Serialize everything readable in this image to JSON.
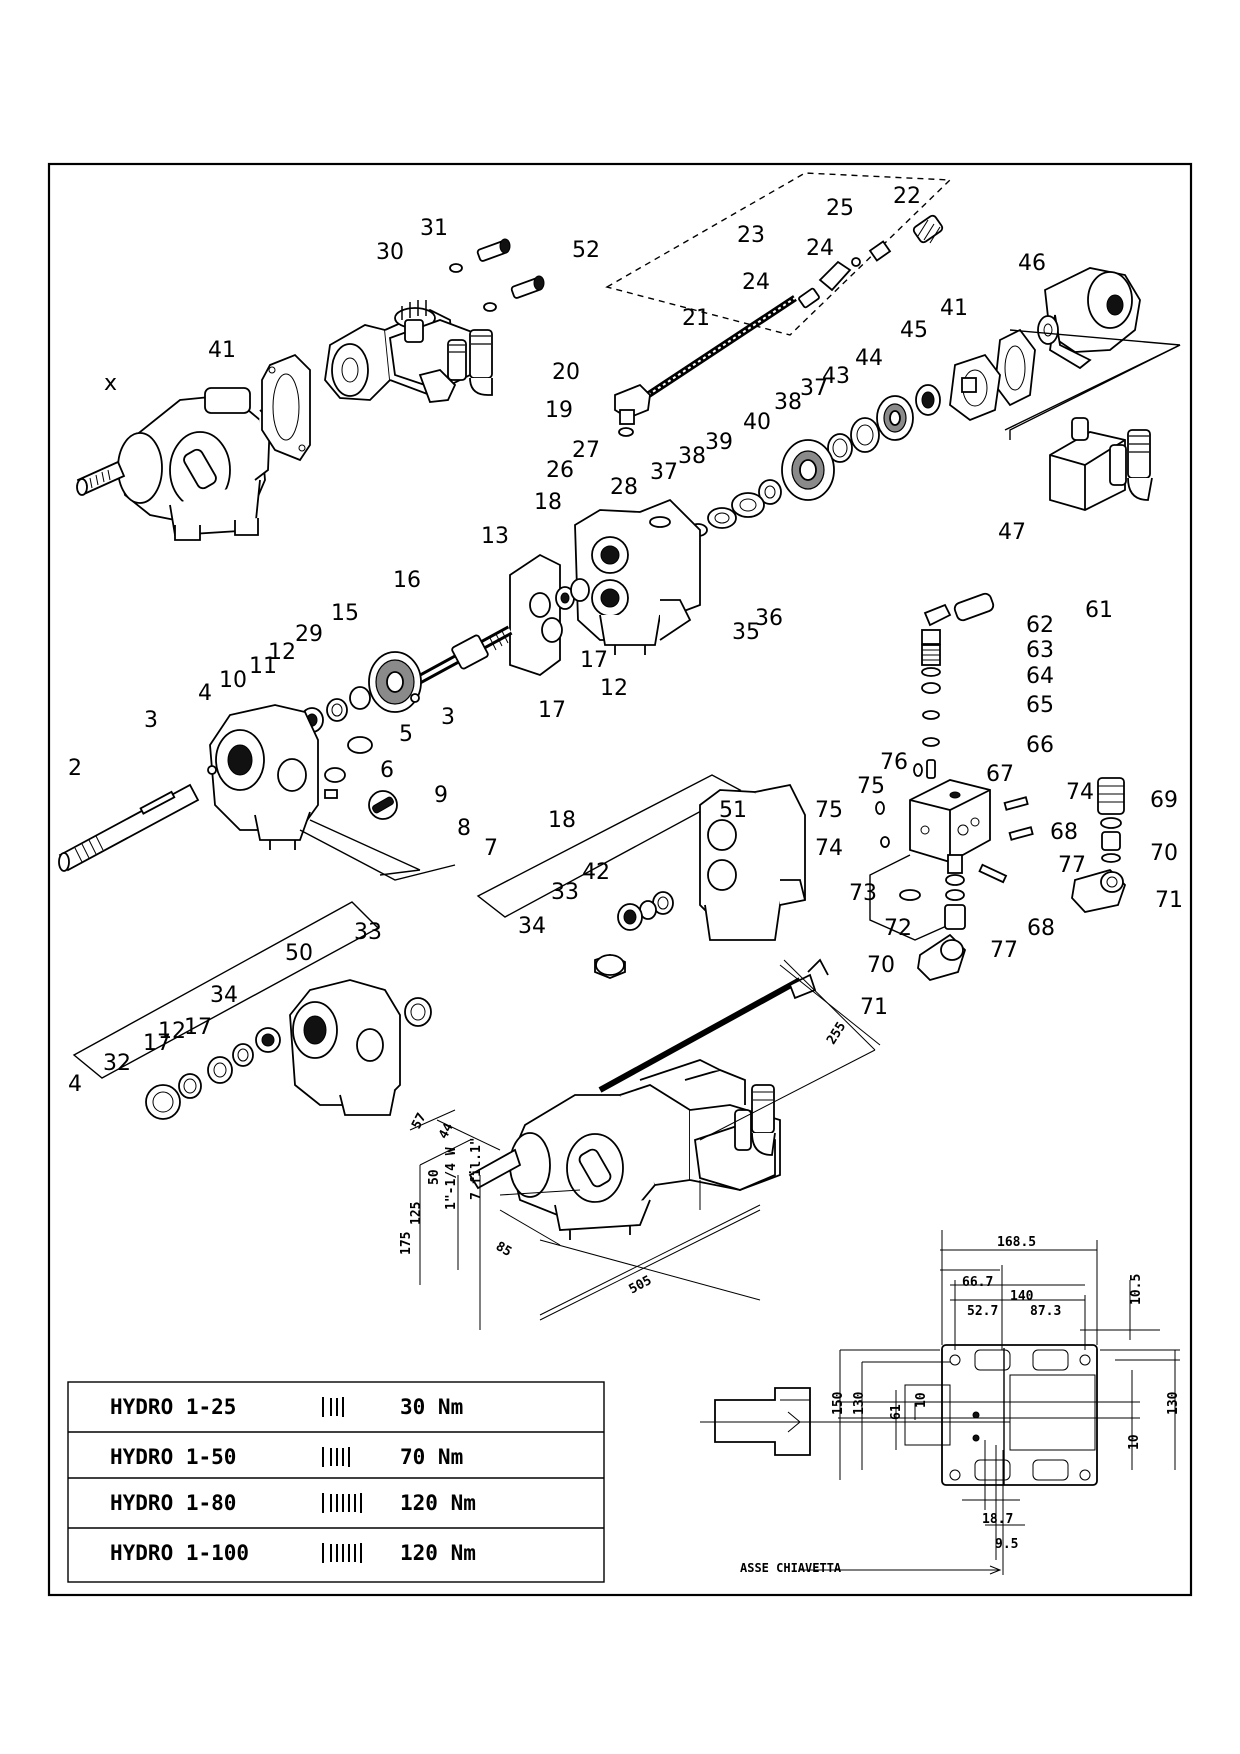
{
  "callouts": [
    {
      "id": "c31",
      "text": "31"
    },
    {
      "id": "c30",
      "text": "30"
    },
    {
      "id": "c41a",
      "text": "41"
    },
    {
      "id": "cx",
      "text": "x"
    },
    {
      "id": "c52",
      "text": "52"
    },
    {
      "id": "c23",
      "text": "23"
    },
    {
      "id": "c25",
      "text": "25"
    },
    {
      "id": "c22",
      "text": "22"
    },
    {
      "id": "c24a",
      "text": "24"
    },
    {
      "id": "c24b",
      "text": "24"
    },
    {
      "id": "c21",
      "text": "21"
    },
    {
      "id": "c46",
      "text": "46"
    },
    {
      "id": "c41b",
      "text": "41"
    },
    {
      "id": "c45",
      "text": "45"
    },
    {
      "id": "c44",
      "text": "44"
    },
    {
      "id": "c43",
      "text": "43"
    },
    {
      "id": "c37a",
      "text": "37"
    },
    {
      "id": "c38a",
      "text": "38"
    },
    {
      "id": "c40",
      "text": "40"
    },
    {
      "id": "c39",
      "text": "39"
    },
    {
      "id": "c38b",
      "text": "38"
    },
    {
      "id": "c37b",
      "text": "37"
    },
    {
      "id": "c20",
      "text": "20"
    },
    {
      "id": "c19",
      "text": "19"
    },
    {
      "id": "c27",
      "text": "27"
    },
    {
      "id": "c26",
      "text": "26"
    },
    {
      "id": "c28",
      "text": "28"
    },
    {
      "id": "c18a",
      "text": "18"
    },
    {
      "id": "c13",
      "text": "13"
    },
    {
      "id": "c47",
      "text": "47"
    },
    {
      "id": "c16",
      "text": "16"
    },
    {
      "id": "c15",
      "text": "15"
    },
    {
      "id": "c29",
      "text": "29"
    },
    {
      "id": "c12a",
      "text": "12"
    },
    {
      "id": "c11",
      "text": "11"
    },
    {
      "id": "c10",
      "text": "10"
    },
    {
      "id": "c4a",
      "text": "4"
    },
    {
      "id": "c3a",
      "text": "3"
    },
    {
      "id": "c3b",
      "text": "3"
    },
    {
      "id": "c36",
      "text": "36"
    },
    {
      "id": "c35",
      "text": "35"
    },
    {
      "id": "c17a",
      "text": "17"
    },
    {
      "id": "c12b",
      "text": "12"
    },
    {
      "id": "c17b",
      "text": "17"
    },
    {
      "id": "c61",
      "text": "61"
    },
    {
      "id": "c62",
      "text": "62"
    },
    {
      "id": "c63",
      "text": "63"
    },
    {
      "id": "c64",
      "text": "64"
    },
    {
      "id": "c65",
      "text": "65"
    },
    {
      "id": "c66",
      "text": "66"
    },
    {
      "id": "c2",
      "text": "2"
    },
    {
      "id": "c5",
      "text": "5"
    },
    {
      "id": "c6",
      "text": "6"
    },
    {
      "id": "c9",
      "text": "9"
    },
    {
      "id": "c8",
      "text": "8"
    },
    {
      "id": "c7",
      "text": "7"
    },
    {
      "id": "c76",
      "text": "76"
    },
    {
      "id": "c75a",
      "text": "75"
    },
    {
      "id": "c67",
      "text": "67"
    },
    {
      "id": "c74a",
      "text": "74"
    },
    {
      "id": "c69",
      "text": "69"
    },
    {
      "id": "c75b",
      "text": "75"
    },
    {
      "id": "c68a",
      "text": "68"
    },
    {
      "id": "c74b",
      "text": "74"
    },
    {
      "id": "c70a",
      "text": "70"
    },
    {
      "id": "c77a",
      "text": "77"
    },
    {
      "id": "c71a",
      "text": "71"
    },
    {
      "id": "c73",
      "text": "73"
    },
    {
      "id": "c72",
      "text": "72"
    },
    {
      "id": "c68b",
      "text": "68"
    },
    {
      "id": "c77b",
      "text": "77"
    },
    {
      "id": "c70b",
      "text": "70"
    },
    {
      "id": "c71b",
      "text": "71"
    },
    {
      "id": "c18b",
      "text": "18"
    },
    {
      "id": "c51",
      "text": "51"
    },
    {
      "id": "c42",
      "text": "42"
    },
    {
      "id": "c33a",
      "text": "33"
    },
    {
      "id": "c34a",
      "text": "34"
    },
    {
      "id": "c50",
      "text": "50"
    },
    {
      "id": "c33b",
      "text": "33"
    },
    {
      "id": "c34b",
      "text": "34"
    },
    {
      "id": "c17c",
      "text": "17"
    },
    {
      "id": "c12c",
      "text": "12"
    },
    {
      "id": "c17d",
      "text": "17"
    },
    {
      "id": "c32",
      "text": "32"
    },
    {
      "id": "c4b",
      "text": "4"
    }
  ],
  "dimensions": {
    "d255": "255",
    "d57": "57",
    "d44": "44",
    "d50": "50",
    "d125": "125",
    "d175": "175",
    "d1_14": "1\"-1/4 W",
    "d7_8": "7 fil.1\"",
    "d85": "85",
    "d505": "505",
    "d168_5": "168.5",
    "d66_7": "66.7",
    "d140": "140",
    "d52_7": "52.7",
    "d87_3": "87.3",
    "d10_5": "10.5",
    "d150": "150",
    "d130a": "130",
    "d61": "61",
    "d10a": "10",
    "d130b": "130",
    "d10b": "10",
    "d18_7": "18.7",
    "d9_5": "9.5",
    "asse": "ASSE CHIAVETTA"
  },
  "torque_table": [
    {
      "model": "HYDRO 1-25",
      "torque": "30 Nm",
      "springs": 2
    },
    {
      "model": "HYDRO 1-50",
      "torque": "70 Nm",
      "springs": 3
    },
    {
      "model": "HYDRO 1-80",
      "torque": "120 Nm",
      "springs": 5
    },
    {
      "model": "HYDRO 1-100",
      "torque": "120 Nm",
      "springs": 5
    }
  ]
}
